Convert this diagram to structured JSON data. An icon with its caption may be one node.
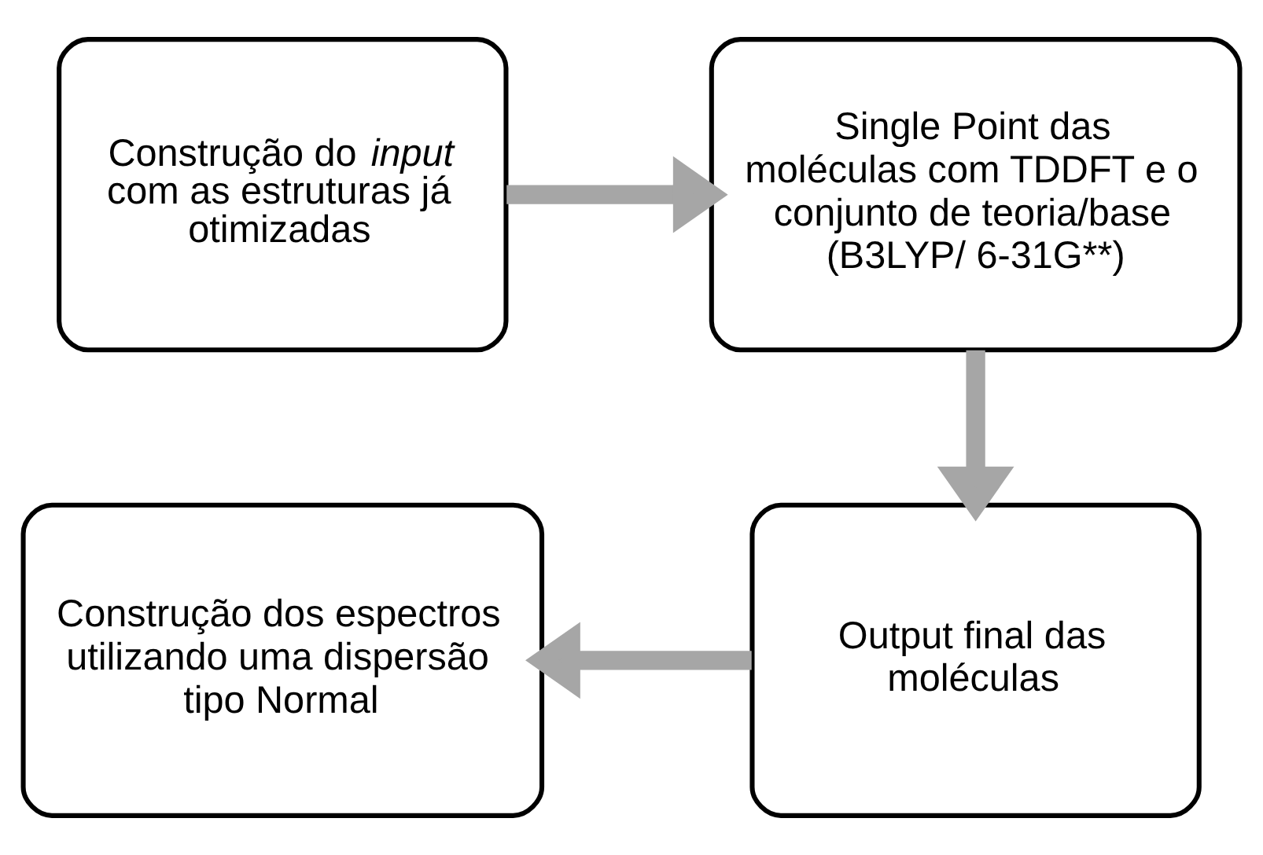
{
  "diagram": {
    "nodes": [
      {
        "text": [
          "Construção do *input* com as estruturas já otimizadas"
        ]
      },
      {
        "text": [
          "Single Point das moléculas com TDDFT e o conjunto de teoria/base (B3LYP/ 6-31G**)"
        ]
      },
      {
        "text": [
          "Construção dos espectros utilizando uma dispersão tipo Normal"
        ]
      },
      {
        "text": [
          "Output final das moléculas"
        ]
      }
    ],
    "edges": [
      {
        "from": 0,
        "to": 1,
        "arrow": "to"
      },
      {
        "from": 1,
        "to": 3,
        "arrow": "to"
      },
      {
        "from": 3,
        "to": 2,
        "arrow": "to"
      }
    ]
  }
}
